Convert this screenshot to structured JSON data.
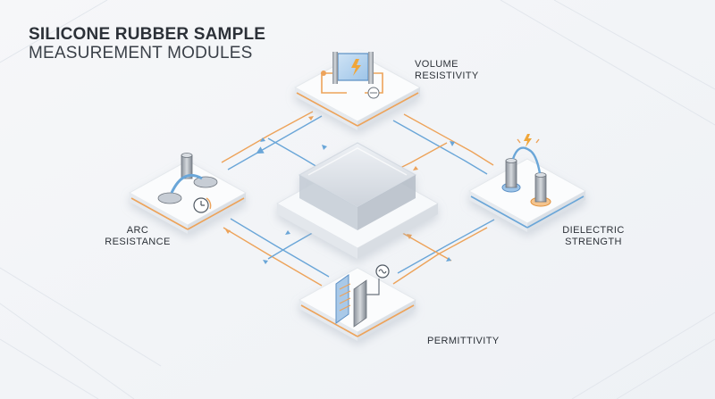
{
  "title": {
    "line1": "SILICONE RUBBER SAMPLE",
    "line2": "MEASUREMENT MODULES"
  },
  "modules": {
    "volume_resistivity": {
      "line1": "VOLUME",
      "line2": "RESISTIVITY"
    },
    "arc_resistance": {
      "line1": "ARC",
      "line2": "RESISTANCE"
    },
    "dielectric_strength": {
      "line1": "DIELECTRIC",
      "line2": "STRENGTH"
    },
    "permittivity": {
      "line1": "PERMITTIVITY"
    }
  },
  "colors": {
    "background": "#f3f5f8",
    "accent_blue": "#6aa6d8",
    "accent_orange": "#eda35a",
    "text": "#2c3138"
  },
  "icons": {
    "volume_resistivity": "electrode-cell-icon",
    "arc_resistance": "arc-electrode-timer-icon",
    "dielectric_strength": "high-voltage-electrodes-icon",
    "permittivity": "capacitor-plates-icon"
  }
}
